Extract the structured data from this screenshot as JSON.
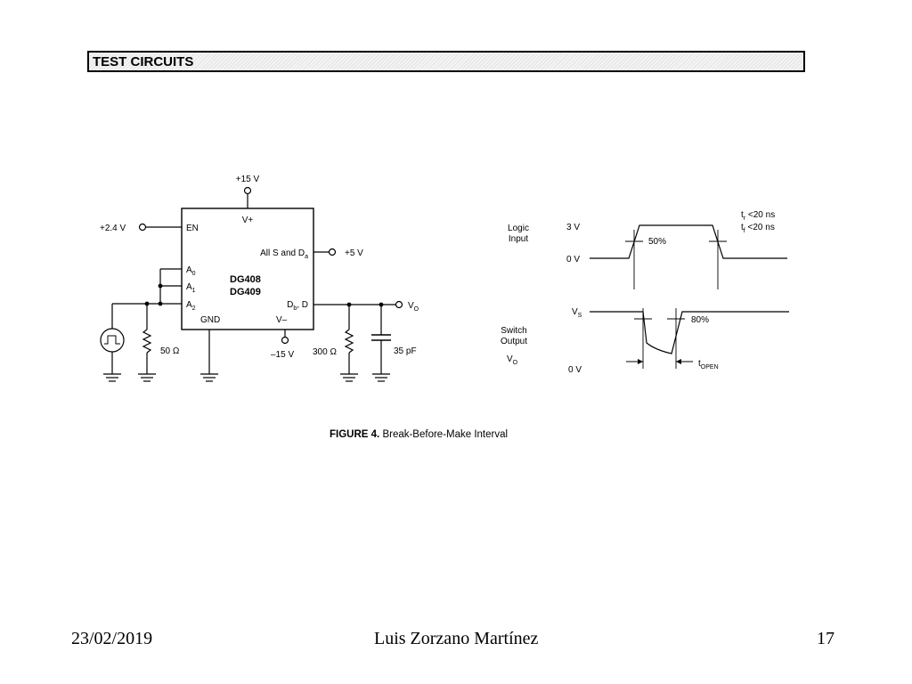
{
  "section": {
    "title": "TEST CIRCUITS"
  },
  "circuit": {
    "ic_names": [
      "DG408",
      "DG409"
    ],
    "pins": {
      "en": "EN",
      "vplus": "V+",
      "all_s": "All S and D",
      "all_s_sub": "a",
      "a0": "A",
      "a0_sub": "0",
      "a1": "A",
      "a1_sub": "1",
      "a2": "A",
      "a2_sub": "2",
      "gnd": "GND",
      "vminus": "V–",
      "db": "D",
      "db_sub": "b",
      "db_rest": ", D"
    },
    "supplies": {
      "pos15": "+15 V",
      "en_in": "+2.4 V",
      "plus5": "+5 V",
      "neg15": "–15 V"
    },
    "components": {
      "r_source": "50 Ω",
      "r_load": "300 Ω",
      "c_load": "35 pF"
    },
    "output": {
      "label": "V",
      "label_sub": "O"
    }
  },
  "timing": {
    "logic_label": [
      "Logic",
      "Input"
    ],
    "switch_label": [
      "Switch",
      "Output"
    ],
    "vo": {
      "label": "V",
      "sub": "O"
    },
    "levels": {
      "hi": "3 V",
      "lo": "0 V",
      "vs": "V",
      "vs_sub": "S",
      "lo2": "0 V"
    },
    "rise": {
      "t": "t",
      "sub": "r",
      "text": " <20 ns"
    },
    "fall": {
      "t": "t",
      "sub": "f",
      "text": " <20 ns"
    },
    "pct50": "50%",
    "pct80": "80%",
    "topen": {
      "t": "t",
      "sub": "OPEN"
    }
  },
  "figure": {
    "number": "FIGURE  4.",
    "title": "Break-Before-Make Interval"
  },
  "footer": {
    "date": "23/02/2019",
    "author": "Luis Zorzano Martínez",
    "page": "17"
  }
}
